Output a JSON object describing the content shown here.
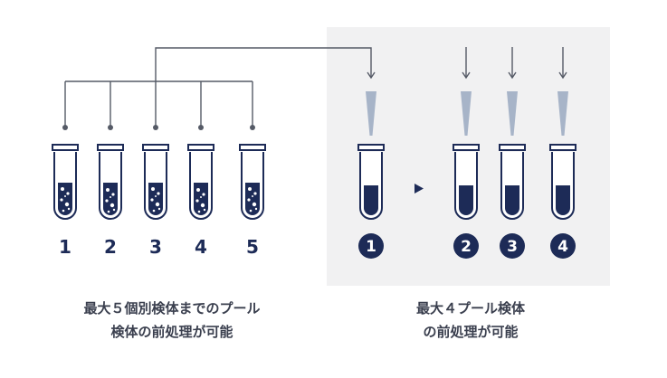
{
  "colors": {
    "navy": "#1d2b57",
    "line": "#555a66",
    "tip": "#a7b4c8",
    "panel": "#f1f1f2",
    "label": "#1d2b57",
    "caption": "#3a3f4e"
  },
  "left_group": {
    "tube_labels": [
      "1",
      "2",
      "3",
      "4",
      "5"
    ],
    "caption_lines": [
      "最大５個別検体までのプール",
      "検体の前処理が可能"
    ]
  },
  "right_group": {
    "tube_labels": [
      "1",
      "2",
      "3",
      "4"
    ],
    "caption_lines": [
      "最大４プール検体",
      "の前処理が可能"
    ]
  },
  "icons": {
    "tube": "test-tube-icon",
    "tip": "pipette-tip-icon",
    "arrow": "play-triangle-icon"
  }
}
